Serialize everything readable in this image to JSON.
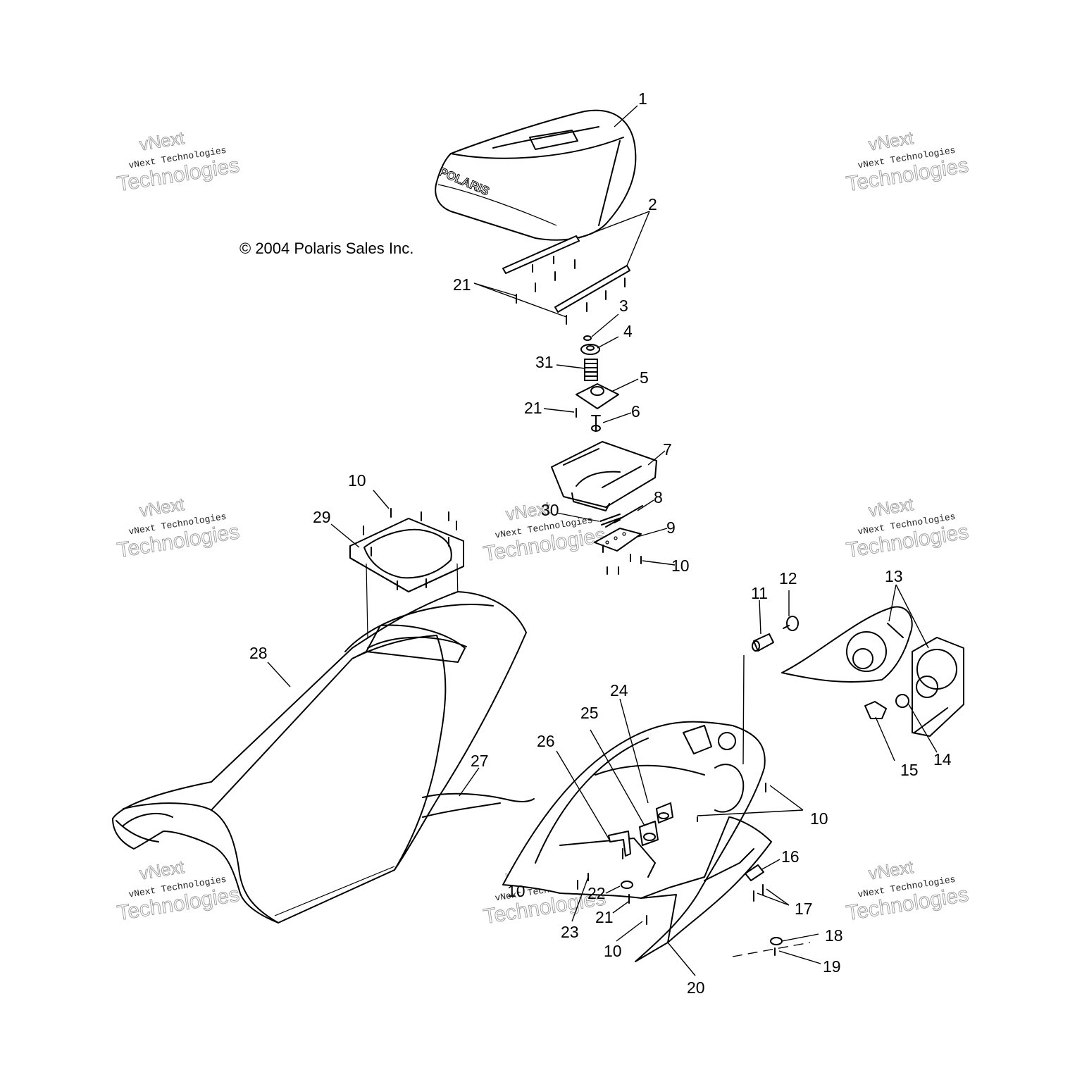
{
  "copyright": "© 2004 Polaris Sales Inc.",
  "logo_text": "POLARIS",
  "watermark": {
    "line1": "vNext",
    "line2": "vNext Technologies",
    "line3": "Technologies"
  },
  "callouts": [
    "1",
    "2",
    "21",
    "3",
    "4",
    "31",
    "5",
    "21",
    "6",
    "7",
    "10",
    "29",
    "8",
    "30",
    "9",
    "10",
    "28",
    "11",
    "12",
    "13",
    "24",
    "25",
    "26",
    "27",
    "10",
    "14",
    "15",
    "16",
    "17",
    "10",
    "22",
    "21",
    "23",
    "10",
    "18",
    "19",
    "20"
  ]
}
